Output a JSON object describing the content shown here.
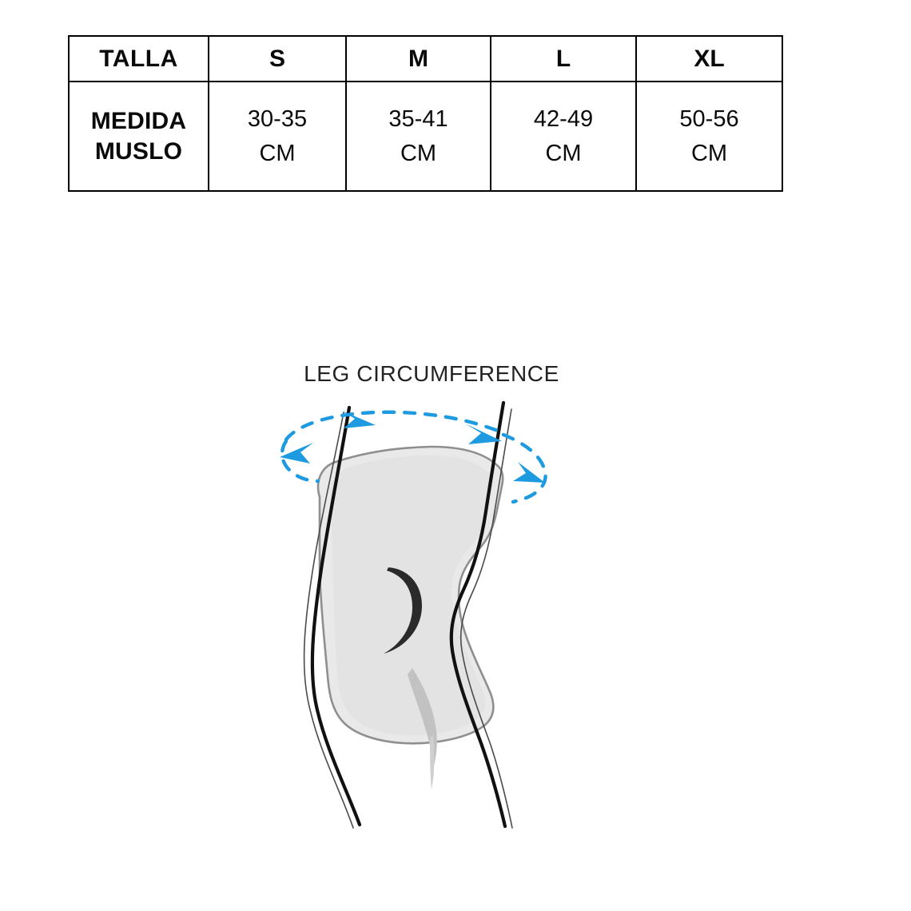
{
  "size_table": {
    "header": {
      "label": "TALLA",
      "sizes": [
        "S",
        "M",
        "L",
        "XL"
      ]
    },
    "body": {
      "label_line1": "MEDIDA",
      "label_line2": "MUSLO",
      "values": [
        {
          "range": "30-35",
          "unit": "CM"
        },
        {
          "range": "35-41",
          "unit": "CM"
        },
        {
          "range": "42-49",
          "unit": "CM"
        },
        {
          "range": "50-56",
          "unit": "CM"
        }
      ]
    }
  },
  "illustration": {
    "title": "LEG CIRCUMFERENCE",
    "icons": {
      "measure_arrow": "measure-arrow-icon",
      "knee_brace": "knee-brace-icon",
      "leg_outline": "leg-outline-icon"
    }
  },
  "colors": {
    "arrow_blue": "#1e9ae0",
    "brace_fill": "#e4e4e4",
    "brace_outline": "#8a8a8a",
    "leg_line": "#111111",
    "table_border": "#000000",
    "text": "#0a0a0a",
    "title_text": "#232323",
    "background": "#ffffff"
  }
}
